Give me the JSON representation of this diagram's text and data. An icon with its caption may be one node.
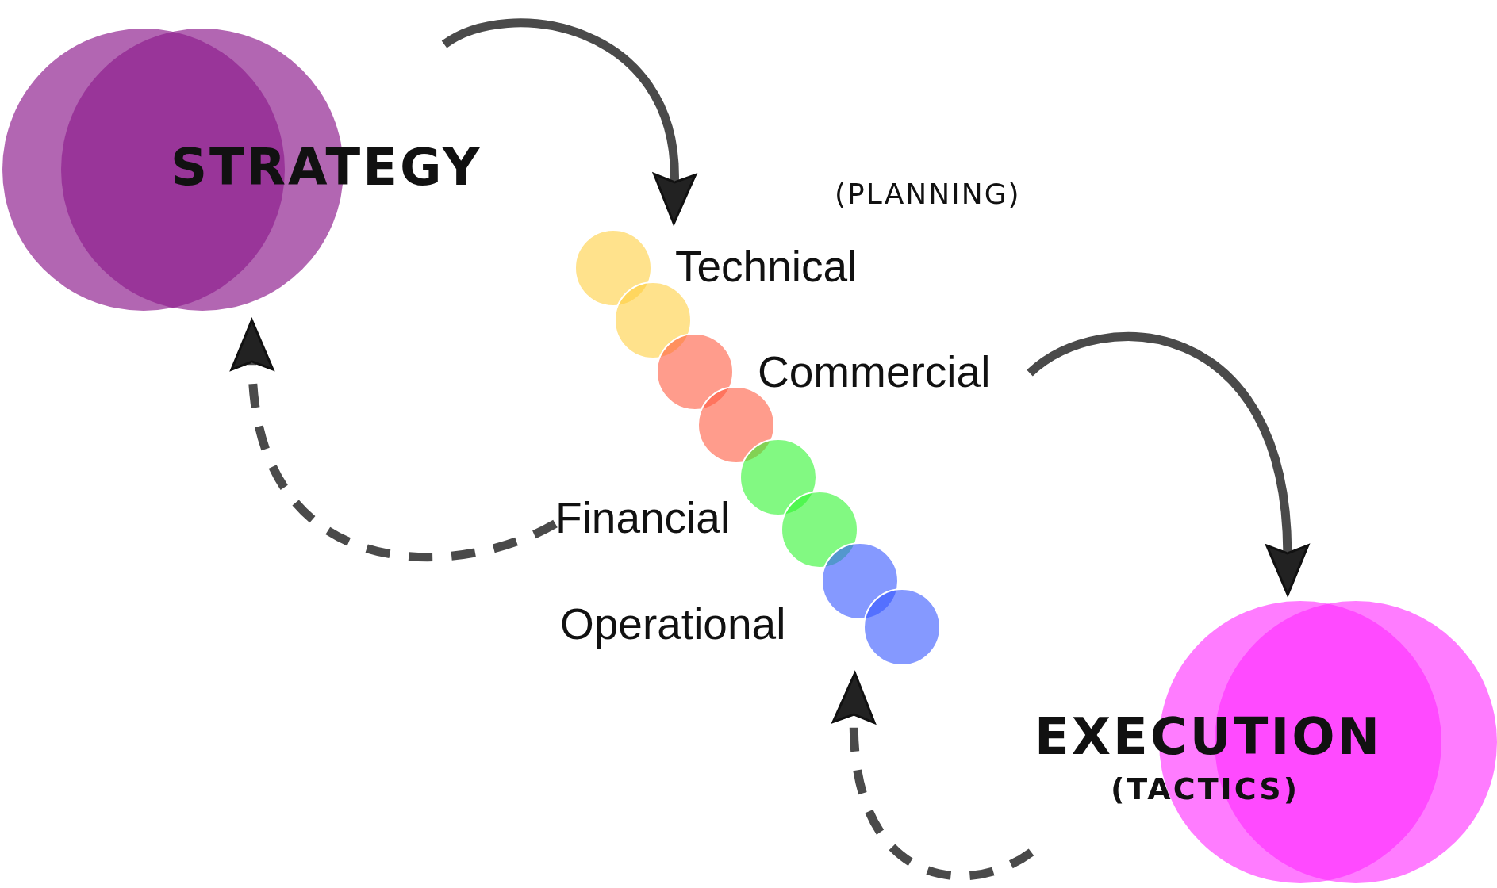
{
  "diagram": {
    "nodes": [
      {
        "text": [
          "STRATEGY"
        ]
      },
      {
        "text": [],
        "shape": "circle",
        "beside": [
          "Technical"
        ]
      },
      {
        "text": [],
        "shape": "circle",
        "beside": [
          "Commercial"
        ]
      },
      {
        "text": [],
        "shape": "circle",
        "beside": [
          "Financial"
        ]
      },
      {
        "text": [],
        "shape": "circle",
        "beside": [
          "Operational"
        ]
      },
      {
        "text": [
          "EXECUTION",
          "(TACTICS)"
        ]
      }
    ],
    "edges": [
      {
        "from": null,
        "to": 1,
        "arrow": "to"
      },
      {
        "from": 2,
        "to": 5,
        "arrow": "to"
      },
      {
        "from": 5,
        "to": 4,
        "arrow": "to",
        "style": "dashed"
      },
      {
        "from": 3,
        "to": 0,
        "arrow": "to",
        "style": "dashed"
      }
    ],
    "labels": [
      "(PLANNING)"
    ]
  }
}
